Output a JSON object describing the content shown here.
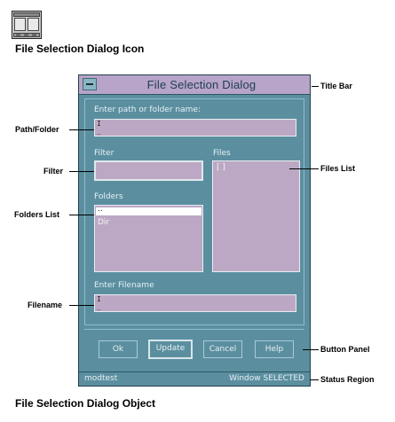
{
  "icon": {
    "name": "file-selection-dialog-icon",
    "caption": "File Selection Dialog Icon"
  },
  "dialog": {
    "title": "File Selection Dialog",
    "path_label": "Enter path or folder name:",
    "path_value": "",
    "filter_label": "Filter",
    "filter_value": "",
    "files_label": "Files",
    "files_items": [
      "[ ]"
    ],
    "folders_label": "Folders",
    "folders_items": [
      "..",
      "Dir"
    ],
    "filename_label": "Enter Filename",
    "filename_value": "",
    "buttons": {
      "ok": "Ok",
      "update": "Update",
      "cancel": "Cancel",
      "help": "Help"
    },
    "status": {
      "left": "modtest",
      "right": "Window SELECTED"
    }
  },
  "callouts": {
    "title_bar": "Title Bar",
    "path_folder": "Path/Folder",
    "filter": "Filter",
    "files_list": "Files List",
    "folders_list": "Folders List",
    "filename": "Filename",
    "button_panel": "Button Panel",
    "status_region": "Status Region"
  },
  "figure_caption": "File Selection Dialog Object",
  "colors": {
    "dialog_bg": "#5b8fa0",
    "field_bg": "#bca8c4",
    "title_bar_bg": "#b8a4c8"
  }
}
